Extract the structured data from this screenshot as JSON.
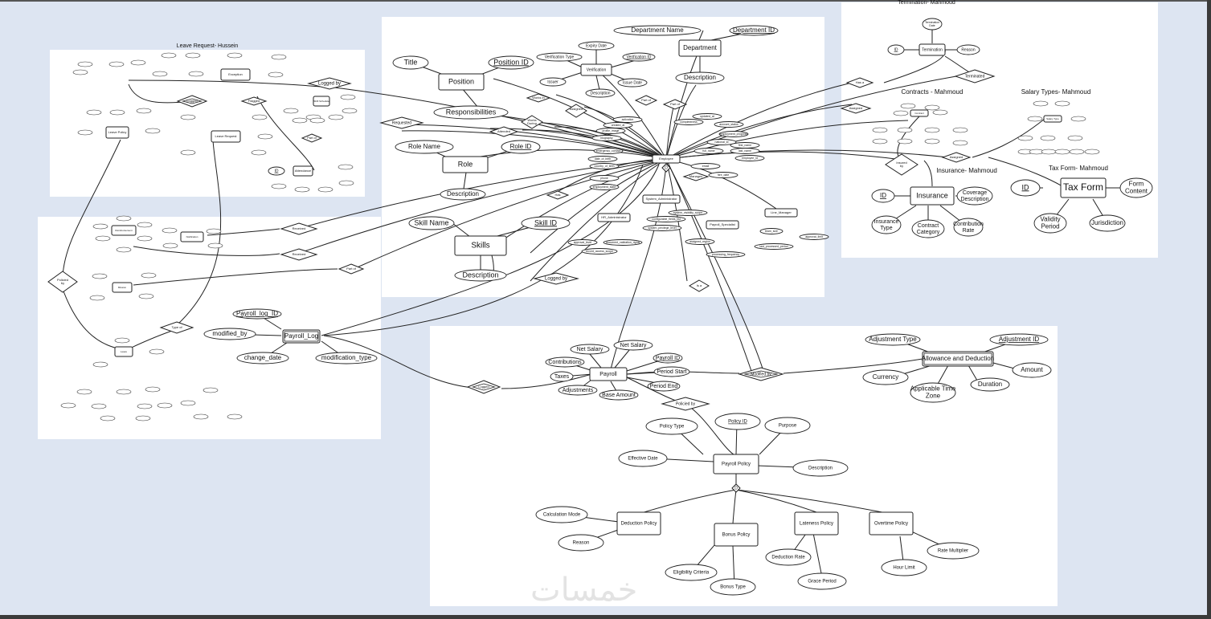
{
  "titles": {
    "leave": "Leave Request- Hussein",
    "termination": "Termination- Mahmoud",
    "contracts": "Contracts - Mahmoud",
    "salary": "Salary Types- Mahmoud",
    "insurance": "Insurance- Mahmoud",
    "taxform": "Tax Form- Mahmoud"
  },
  "entities": {
    "department": "Department",
    "position": "Position",
    "role": "Role",
    "skills": "Skills",
    "verification": "Verification",
    "employee": "Employee",
    "payroll_log": "Payroll_Log",
    "payroll": "Payroll",
    "allowance": "Allowance and Deduction",
    "payroll_policy": "Payroll Policy",
    "deduction_policy": "Deduction Policy",
    "bonus_policy": "Bonus Policy",
    "lateness_policy": "Lateness Policy",
    "overtime_policy": "Overtime Policy",
    "termination": "Termination",
    "contract": "Contract",
    "salary_type": "Salary Type",
    "insurance": "Insurance",
    "tax_form": "Tax Form",
    "exception": "Exception",
    "leave_request": "Leave Request",
    "attendance": "Attendance",
    "leave_policy": "Leave Policy",
    "shift_schedule": "Shift Schedule",
    "reimbursement": "Reimbursement",
    "notification": "Notification",
    "mission": "Mission",
    "leave": "Leave",
    "hr_admin": "HR_Administrator",
    "sys_admin": "System_Administrator",
    "payroll_spec": "Payroll_Specialist",
    "line_manager": "Line_Manager"
  },
  "attributes": {
    "dept_name": "Department Name",
    "dept_id": "Department ID",
    "dept_desc": "Description",
    "pos_title": "Title",
    "pos_id": "Position ID",
    "pos_resp": "Responsibilities",
    "role_name": "Role Name",
    "role_id": "Role ID",
    "role_desc": "Description",
    "skill_name": "Skill Name",
    "skill_id": "Skill ID",
    "skill_desc": "Description",
    "ver_expiry": "Expiry Date",
    "ver_type": "Verification Type",
    "ver_id": "Verification ID",
    "ver_issuer": "Issuer",
    "ver_issue_date": "Issue Date",
    "ver_desc": "Description",
    "plog_id": "Payroll_log_ID",
    "plog_modby": "modified_by",
    "plog_change": "change_date",
    "plog_modtype": "modification_type",
    "pay_net_salary1": "Net Salary",
    "pay_net_salary2": "Net Salary",
    "pay_contrib": "Contributions",
    "pay_id": "Payroll ID",
    "pay_taxes": "Taxes",
    "pay_start": "Period Start",
    "pay_end": "Period End",
    "pay_adjust": "Adjustments",
    "pay_base": "Base Amount",
    "ad_type": "Adjustment Type",
    "ad_id": "Adjustment ID",
    "ad_currency": "Currency",
    "ad_amount": "Amount",
    "ad_tz": "Applicable Time Zone",
    "ad_duration": "Duration",
    "pp_type": "Policy Type",
    "pp_id": "Policy ID",
    "pp_purpose": "Purpose",
    "pp_effective": "Effective Date",
    "pp_desc": "Description",
    "dp_calc": "Calculation Mode",
    "dp_reason": "Reason",
    "bp_crit": "Eligibility Criteria",
    "bp_type": "Bonus Type",
    "lp_rate": "Deduction Rate",
    "lp_grace": "Grace Period",
    "op_limit": "Hour Limit",
    "op_mult": "Rate Multiplier",
    "ins_id": "ID",
    "ins_cov": "Coverage Description",
    "ins_type": "Insurance Type",
    "ins_cat": "Contract Category",
    "ins_rate": "Contribution Rate",
    "tax_id": "ID",
    "tax_content": "Form Content",
    "tax_validity": "Validity Period",
    "tax_juris": "Jurisdiction",
    "term_date": "Termination Date",
    "term_id": "ID",
    "term_reason": "Reason",
    "emp_updated": "updated_at",
    "emp_completeness": "completeness",
    "emp_status": "account_status",
    "emp_progress": "employment_progress",
    "emp_national": "national_id",
    "emp_first": "first_name",
    "emp_last": "last_name",
    "emp_full": "full_name",
    "emp_id": "employee_id",
    "emp_email": "email",
    "emp_hire": "hire_date",
    "emp_activation": "activation",
    "emp_created": "created_at",
    "emp_profile": "profile_image",
    "emp_bio": "biography",
    "emp_emerg": "emergency_contact",
    "emp_dob": "date_of_birth",
    "emp_country": "country_of_birth",
    "emp_phone": "phone",
    "emp_empstate": "employment_state",
    "id_generic": "ID",
    "line_team": "team_size",
    "line_approval": "approval_limit",
    "spec_region": "assigned_region",
    "spec_freq": "processing_frequency",
    "spec_processed": "last_processed_period",
    "sys_scope": "system_visibility_scope",
    "sys_fields": "configurable_fields_list",
    "sys_priv": "system_privilege_level",
    "hr_approval": "approval_level",
    "hr_docs": "document_validation_rights",
    "hr_records": "record_access_scope"
  },
  "relationships": {
    "logged_by": "Logged by",
    "logged": "Logged",
    "works_in": "Works in",
    "assigned": "Assigned",
    "works_during": "Works During",
    "attended": "Attended",
    "has": "Has",
    "received": "Received",
    "part_of": "Part of",
    "type_of": "Type of",
    "policied_by": "Policied by",
    "is_a": "Is a",
    "manages": "Manages",
    "modified_by": "Modified by",
    "terminated": "Terminated",
    "has_a": "Has a",
    "insured_by": "Insured by",
    "flagged": "Flagged",
    "requested": "Requested",
    "d": "D"
  },
  "watermark": "خمسات"
}
